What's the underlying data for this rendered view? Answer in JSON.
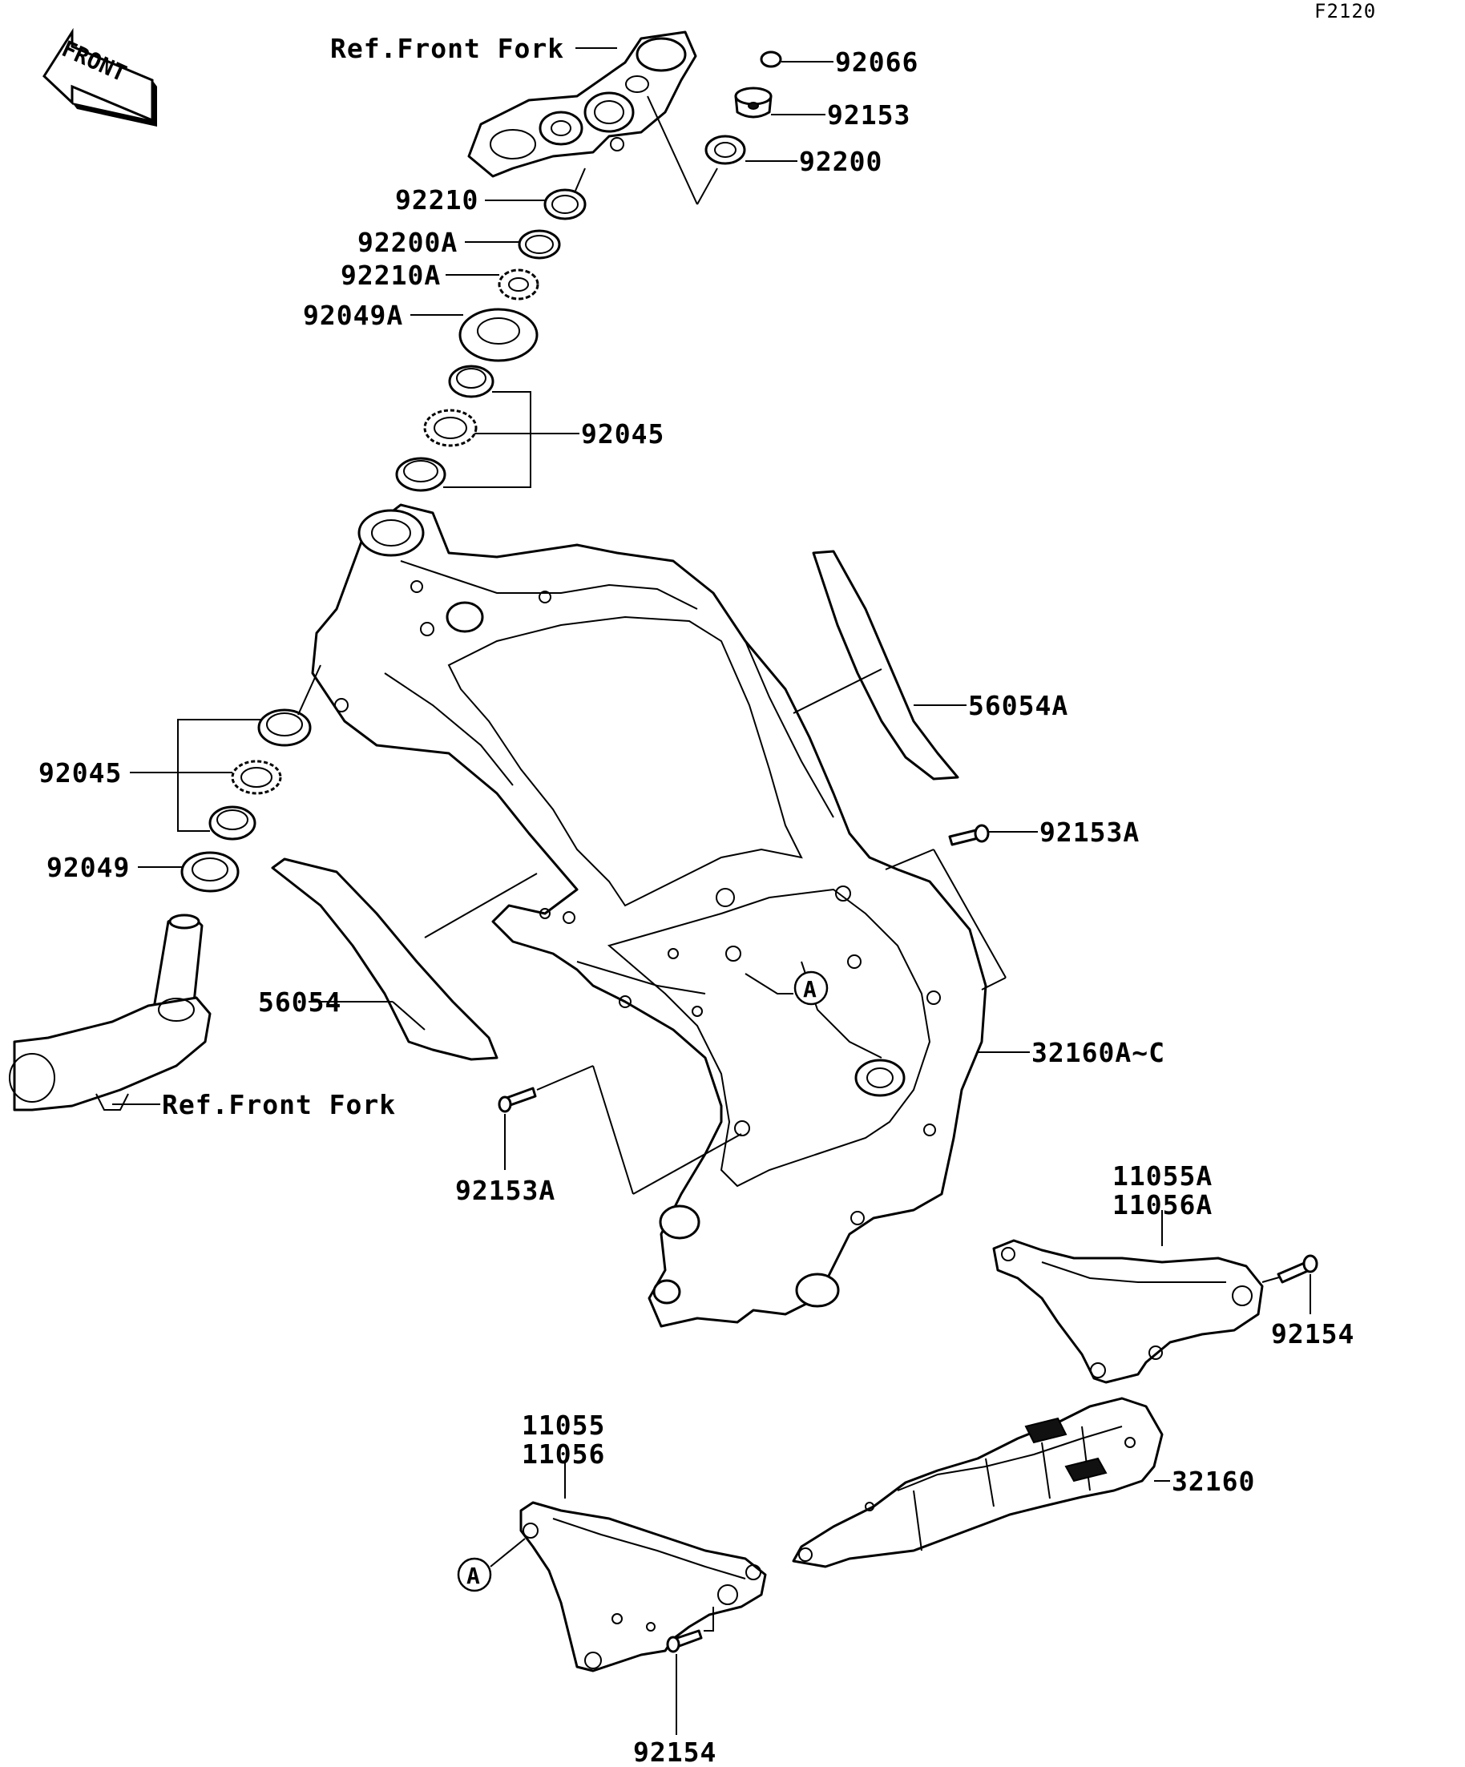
{
  "figure_code": "F2120",
  "front_badge": "FRONT",
  "labels": {
    "ref_front_fork_top": "Ref.Front Fork",
    "ref_front_fork_bottom": "Ref.Front Fork",
    "p92066": "92066",
    "p92153": "92153",
    "p92200": "92200",
    "p92210": "92210",
    "p92200A": "92200A",
    "p92210A": "92210A",
    "p92049A": "92049A",
    "p92045_top": "92045",
    "p92045_left": "92045",
    "p92049": "92049",
    "p56054A": "56054A",
    "p56054": "56054",
    "p92153A_right": "92153A",
    "p92153A_left": "92153A",
    "p32160A_C": "32160A~C",
    "p11055A": "11055A",
    "p11056A": "11056A",
    "p92154_right": "92154",
    "p11055": "11055",
    "p11056": "11056",
    "p32160": "32160",
    "p92154_bottom": "92154",
    "callout_A_frame": "A",
    "callout_A_bracket": "A"
  }
}
